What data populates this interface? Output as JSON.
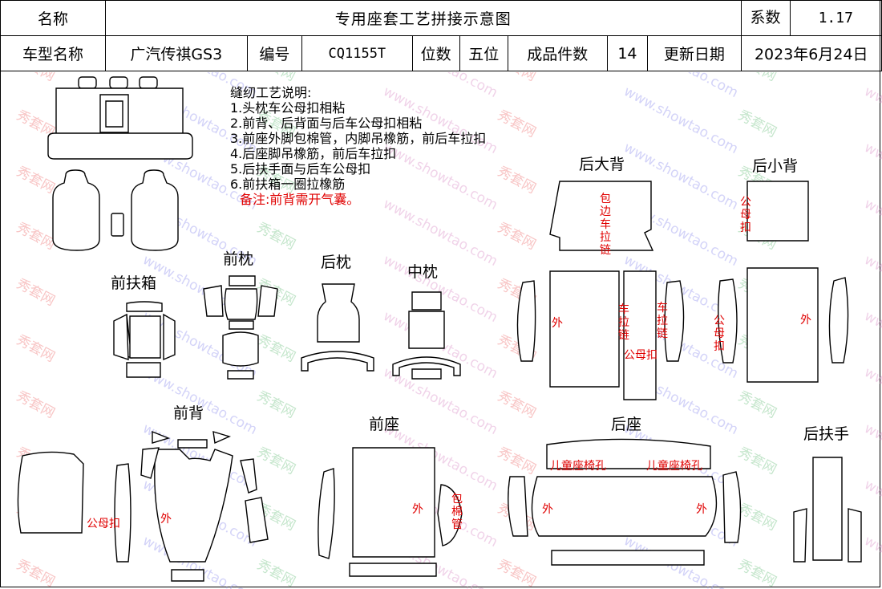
{
  "header": {
    "row1": {
      "name_label": "名称",
      "title": "专用座套工艺拼接示意图",
      "coef_label": "系数",
      "coef_value": "1.17"
    },
    "row2": {
      "model_label": "车型名称",
      "model_value": "广汽传祺GS3",
      "code_label": "编号",
      "code_value": "CQ1155T",
      "seats_label": "位数",
      "seats_value": "五位",
      "pieces_label": "成品件数",
      "pieces_value": "14",
      "update_label": "更新日期",
      "update_value": "2023年6月24日"
    }
  },
  "notes": {
    "title": "缝纫工艺说明:",
    "items": [
      "1.头枕车公母扣相粘",
      "2.前背、后背面与后车公母扣相粘",
      "3.前座外脚包棉管，内脚吊橡筋，前后车拉扣",
      "4.后座脚吊橡筋，前后车拉扣",
      "5.后扶手面与后车公母扣",
      "6.前扶箱一圈拉橡筋"
    ],
    "remark": "备注:前背需开气囊。"
  },
  "sections": {
    "front_armrest_box": "前扶箱",
    "front_headrest": "前枕",
    "rear_headrest": "后枕",
    "middle_headrest": "中枕",
    "rear_big_back": "后大背",
    "rear_small_back": "后小背",
    "front_back": "前背",
    "front_seat": "前座",
    "rear_seat": "后座",
    "rear_armrest": "后扶手"
  },
  "annotations": {
    "edge_zipper": "包边车拉链",
    "outer": "外",
    "sew_zipper": "车拉链",
    "snap": "公母扣",
    "child_seat_hole": "儿童座椅孔",
    "cotton_tube": "包棉管"
  },
  "watermark": {
    "cn": "秀套网",
    "en": "www.showtao.com"
  },
  "colors": {
    "annotation": "#e00000",
    "watermark_colors": [
      "#f08080",
      "#a0a0f0",
      "#80c890",
      "#e0a0d0"
    ]
  }
}
